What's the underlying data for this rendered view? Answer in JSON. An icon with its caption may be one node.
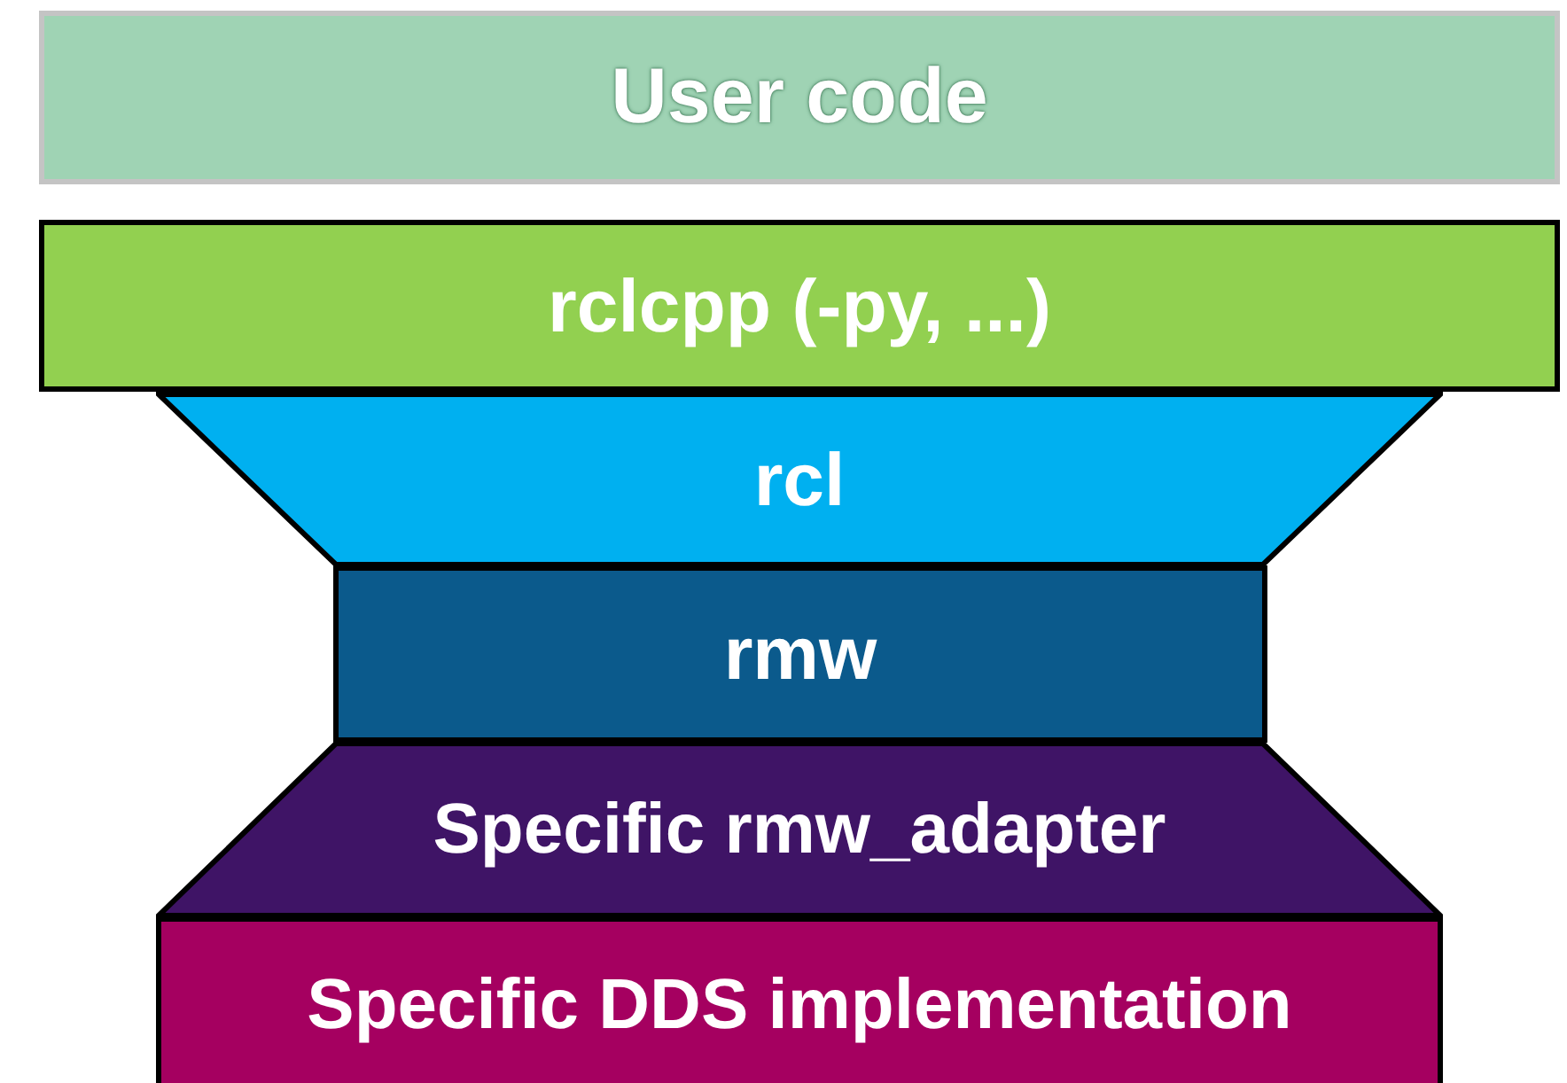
{
  "diagram": {
    "nodes": [
      {
        "text": [
          "User code"
        ]
      },
      {
        "text": [
          "rclcpp (-py, ...)"
        ]
      },
      {
        "text": [
          "rcl"
        ]
      },
      {
        "text": [
          "rmw"
        ]
      },
      {
        "text": [
          "Specific rmw_adapter"
        ]
      },
      {
        "text": [
          "Specific DDS implementation"
        ]
      }
    ]
  }
}
